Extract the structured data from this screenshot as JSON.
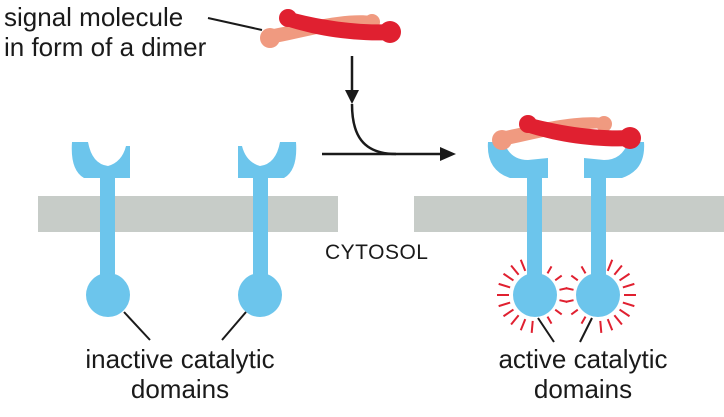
{
  "labels": {
    "signal_line1": "signal molecule",
    "signal_line2": "in form of a dimer",
    "cytosol": "CYTOSOL",
    "inactive_line1": "inactive catalytic",
    "inactive_line2": "domains",
    "active_line1": "active catalytic",
    "active_line2": "domains"
  },
  "colors": {
    "receptor": "#6cc5ec",
    "membrane": "#c7ccc8",
    "signal_dark": "#e02030",
    "signal_light": "#f09a80",
    "activation_spikes": "#e02030",
    "arrow": "#1a1a1a"
  }
}
